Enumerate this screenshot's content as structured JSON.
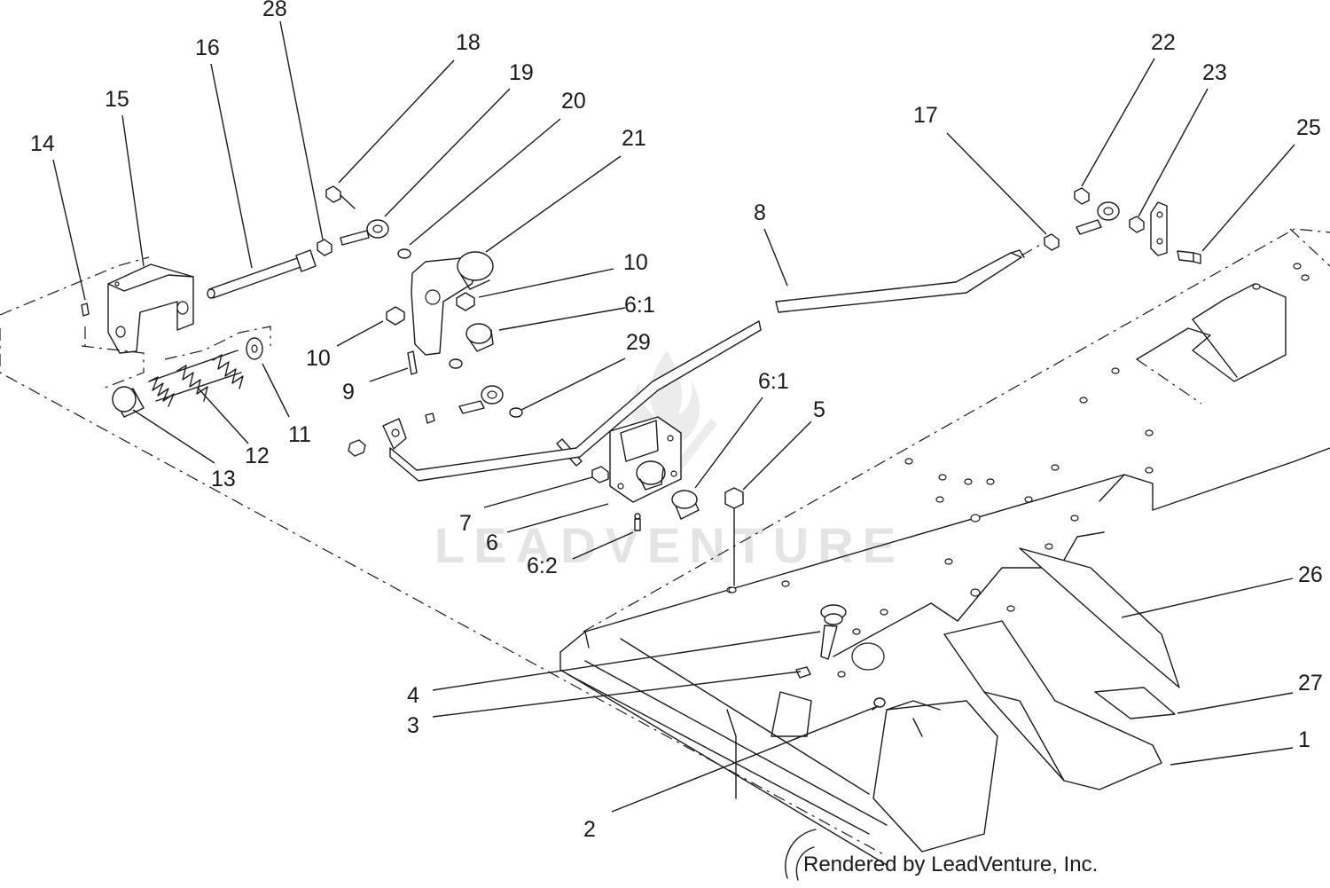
{
  "callouts": {
    "c1": "1",
    "c2": "2",
    "c3": "3",
    "c4": "4",
    "c5": "5",
    "c6": "6",
    "c6_1a": "6:1",
    "c6_1b": "6:1",
    "c6_2": "6:2",
    "c7": "7",
    "c8": "8",
    "c9": "9",
    "c10a": "10",
    "c10b": "10",
    "c11": "11",
    "c12": "12",
    "c13": "13",
    "c14": "14",
    "c15": "15",
    "c16": "16",
    "c17": "17",
    "c18": "18",
    "c19": "19",
    "c20": "20",
    "c21": "21",
    "c22": "22",
    "c23": "23",
    "c25": "25",
    "c26": "26",
    "c27": "27",
    "c28": "28",
    "c29": "29"
  },
  "watermark": "LEADVENTURE",
  "credit": "Rendered by LeadVenture, Inc."
}
